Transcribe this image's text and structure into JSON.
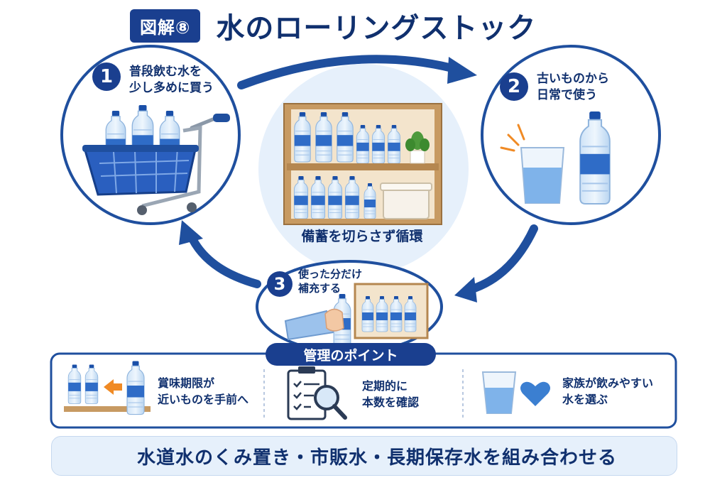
{
  "header": {
    "badge": "図解⑧",
    "title": "水のローリングストック"
  },
  "steps": [
    {
      "number": "1",
      "lines": [
        "普段飲む水を",
        "少し多めに買う"
      ]
    },
    {
      "number": "2",
      "lines": [
        "古いものから",
        "日常で使う"
      ]
    },
    {
      "number": "3",
      "lines": [
        "使った分だけ",
        "補充する"
      ]
    }
  ],
  "center": {
    "caption": "備蓄を切らさず循環"
  },
  "management": {
    "title": "管理のポイント",
    "points": [
      {
        "lines": [
          "賞味期限が",
          "近いものを手前へ"
        ],
        "icon": "bottles-arrow-icon"
      },
      {
        "lines": [
          "定期的に",
          "本数を確認"
        ],
        "icon": "clipboard-magnifier-icon"
      },
      {
        "lines": [
          "家族が飲みやすい",
          "水を選ぶ"
        ],
        "icon": "glass-heart-icon"
      }
    ]
  },
  "banner": {
    "text": "水道水のくみ置き・市販水・長期保存水を組み合わせる",
    "icon": "water-drop-icon"
  },
  "colors": {
    "navy": "#1a3f8f",
    "text": "#10306e",
    "light_blue": "#e6f0fb",
    "accent_orange": "#f08a24"
  }
}
